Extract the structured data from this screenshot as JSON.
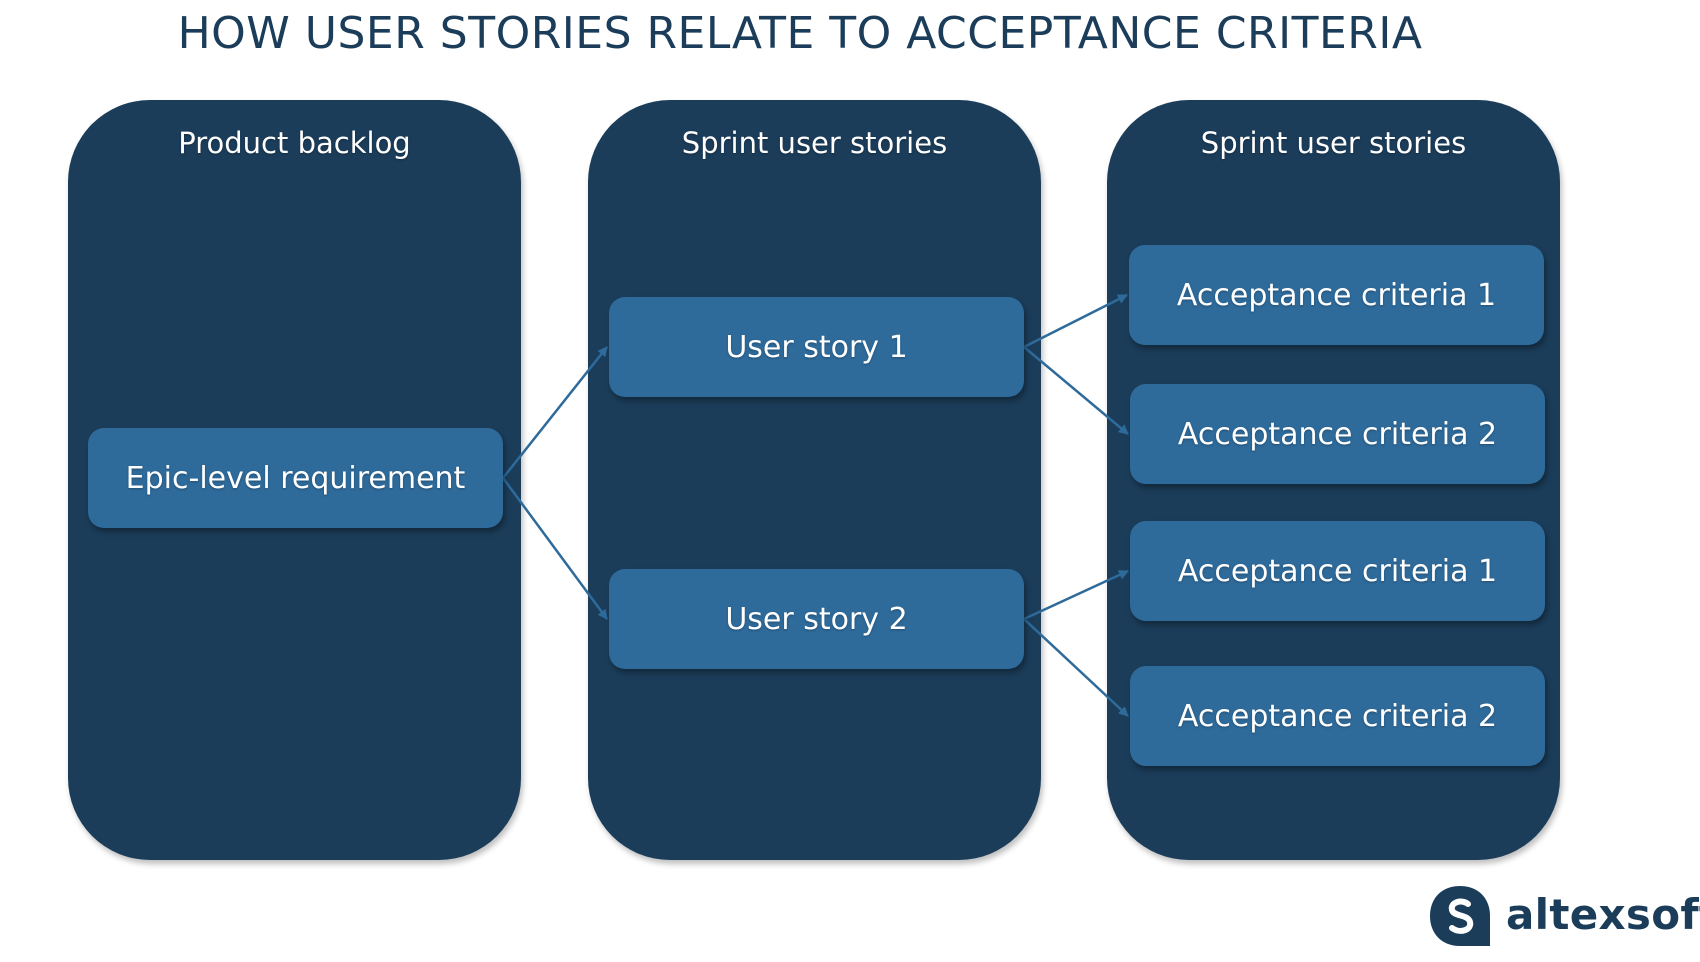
{
  "title": "HOW USER STORIES RELATE TO ACCEPTANCE CRITERIA",
  "columns": [
    {
      "title": "Product backlog"
    },
    {
      "title": "Sprint user stories"
    },
    {
      "title": "Sprint user stories"
    }
  ],
  "nodes": {
    "epic": "Epic-level requirement",
    "story1": "User story 1",
    "story2": "User story 2",
    "ac1a": "Acceptance criteria 1",
    "ac2a": "Acceptance criteria 2",
    "ac1b": "Acceptance criteria 1",
    "ac2b": "Acceptance criteria 2"
  },
  "edges": [
    [
      "epic",
      "story1"
    ],
    [
      "epic",
      "story2"
    ],
    [
      "story1",
      "ac1a"
    ],
    [
      "story1",
      "ac2a"
    ],
    [
      "story2",
      "ac1b"
    ],
    [
      "story2",
      "ac2b"
    ]
  ],
  "logo": {
    "text": "altexsoft",
    "icon": "altexsoft-logo-icon"
  },
  "colors": {
    "column_bg": "#1b3d5a",
    "box_bg": "#2e6a9a",
    "arrow": "#2e6a9a",
    "title": "#1b3d5a"
  }
}
